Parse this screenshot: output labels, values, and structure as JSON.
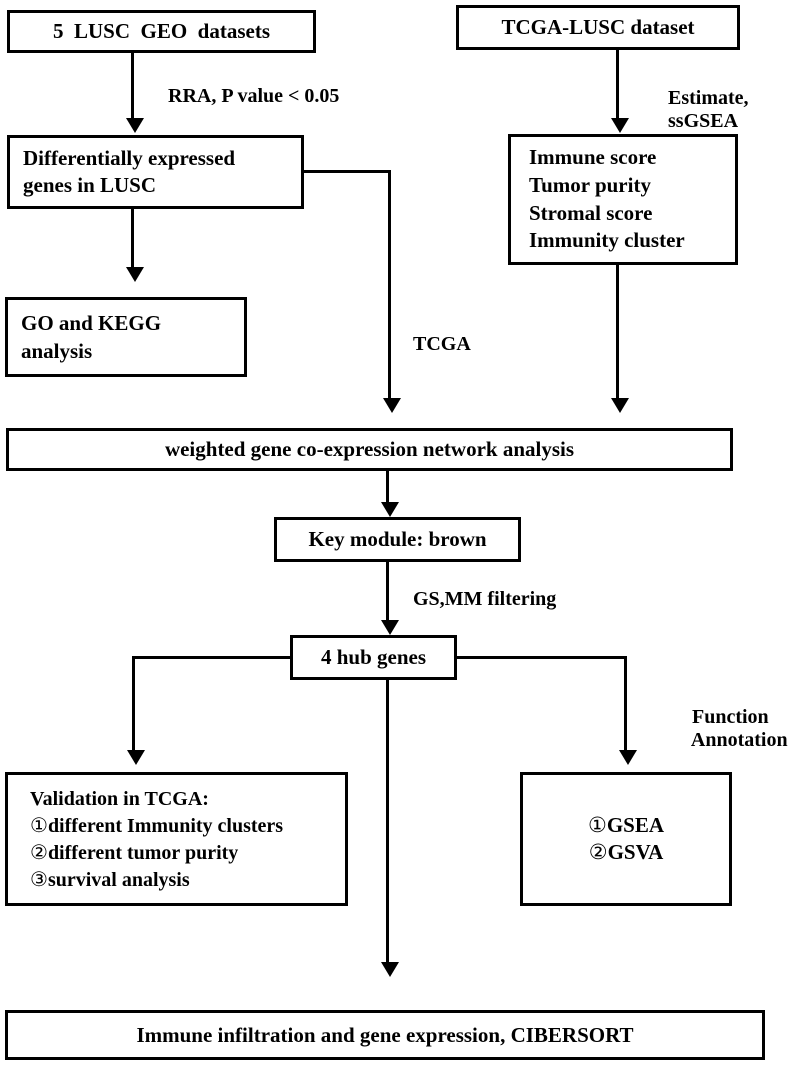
{
  "diagram": {
    "title_hidden": "LUSC bioinformatics analysis workflow",
    "nodes": {
      "geo_datasets": "5  LUSC  GEO  datasets",
      "deg_line1": "Differentially expressed",
      "deg_line2": "genes in LUSC",
      "go_kegg_line1": "GO and KEGG",
      "go_kegg_line2": "analysis",
      "tcga_dataset": "TCGA-LUSC dataset",
      "scores_line1": "Immune score",
      "scores_line2": "Tumor purity",
      "scores_line3": "Stromal score",
      "scores_line4": "Immunity cluster",
      "wgcna": "weighted gene co-expression network analysis",
      "key_module": "Key module: brown",
      "hub_genes": "4 hub genes",
      "validation_line1": "Validation in TCGA:",
      "validation_line2_num": "①",
      "validation_line2": "different Immunity clusters",
      "validation_line3_num": "②",
      "validation_line3": "different tumor purity",
      "validation_line4_num": "③",
      "validation_line4": "survival analysis",
      "func_line1_num": "①",
      "func_line1": "GSEA",
      "func_line2_num": "②",
      "func_line2": "GSVA",
      "bottom": "Immune infiltration and gene expression, CIBERSORT"
    },
    "edge_labels": {
      "rra": "RRA, P value < 0.05",
      "estimate_line1": "Estimate,",
      "estimate_line2": "ssGSEA",
      "tcga": "TCGA",
      "gs_mm": "GS,MM filtering",
      "function_line1": "Function",
      "function_line2": "Annotation"
    },
    "colors": {
      "stroke": "#000000",
      "fill": "#ffffff",
      "text": "#000000"
    }
  }
}
